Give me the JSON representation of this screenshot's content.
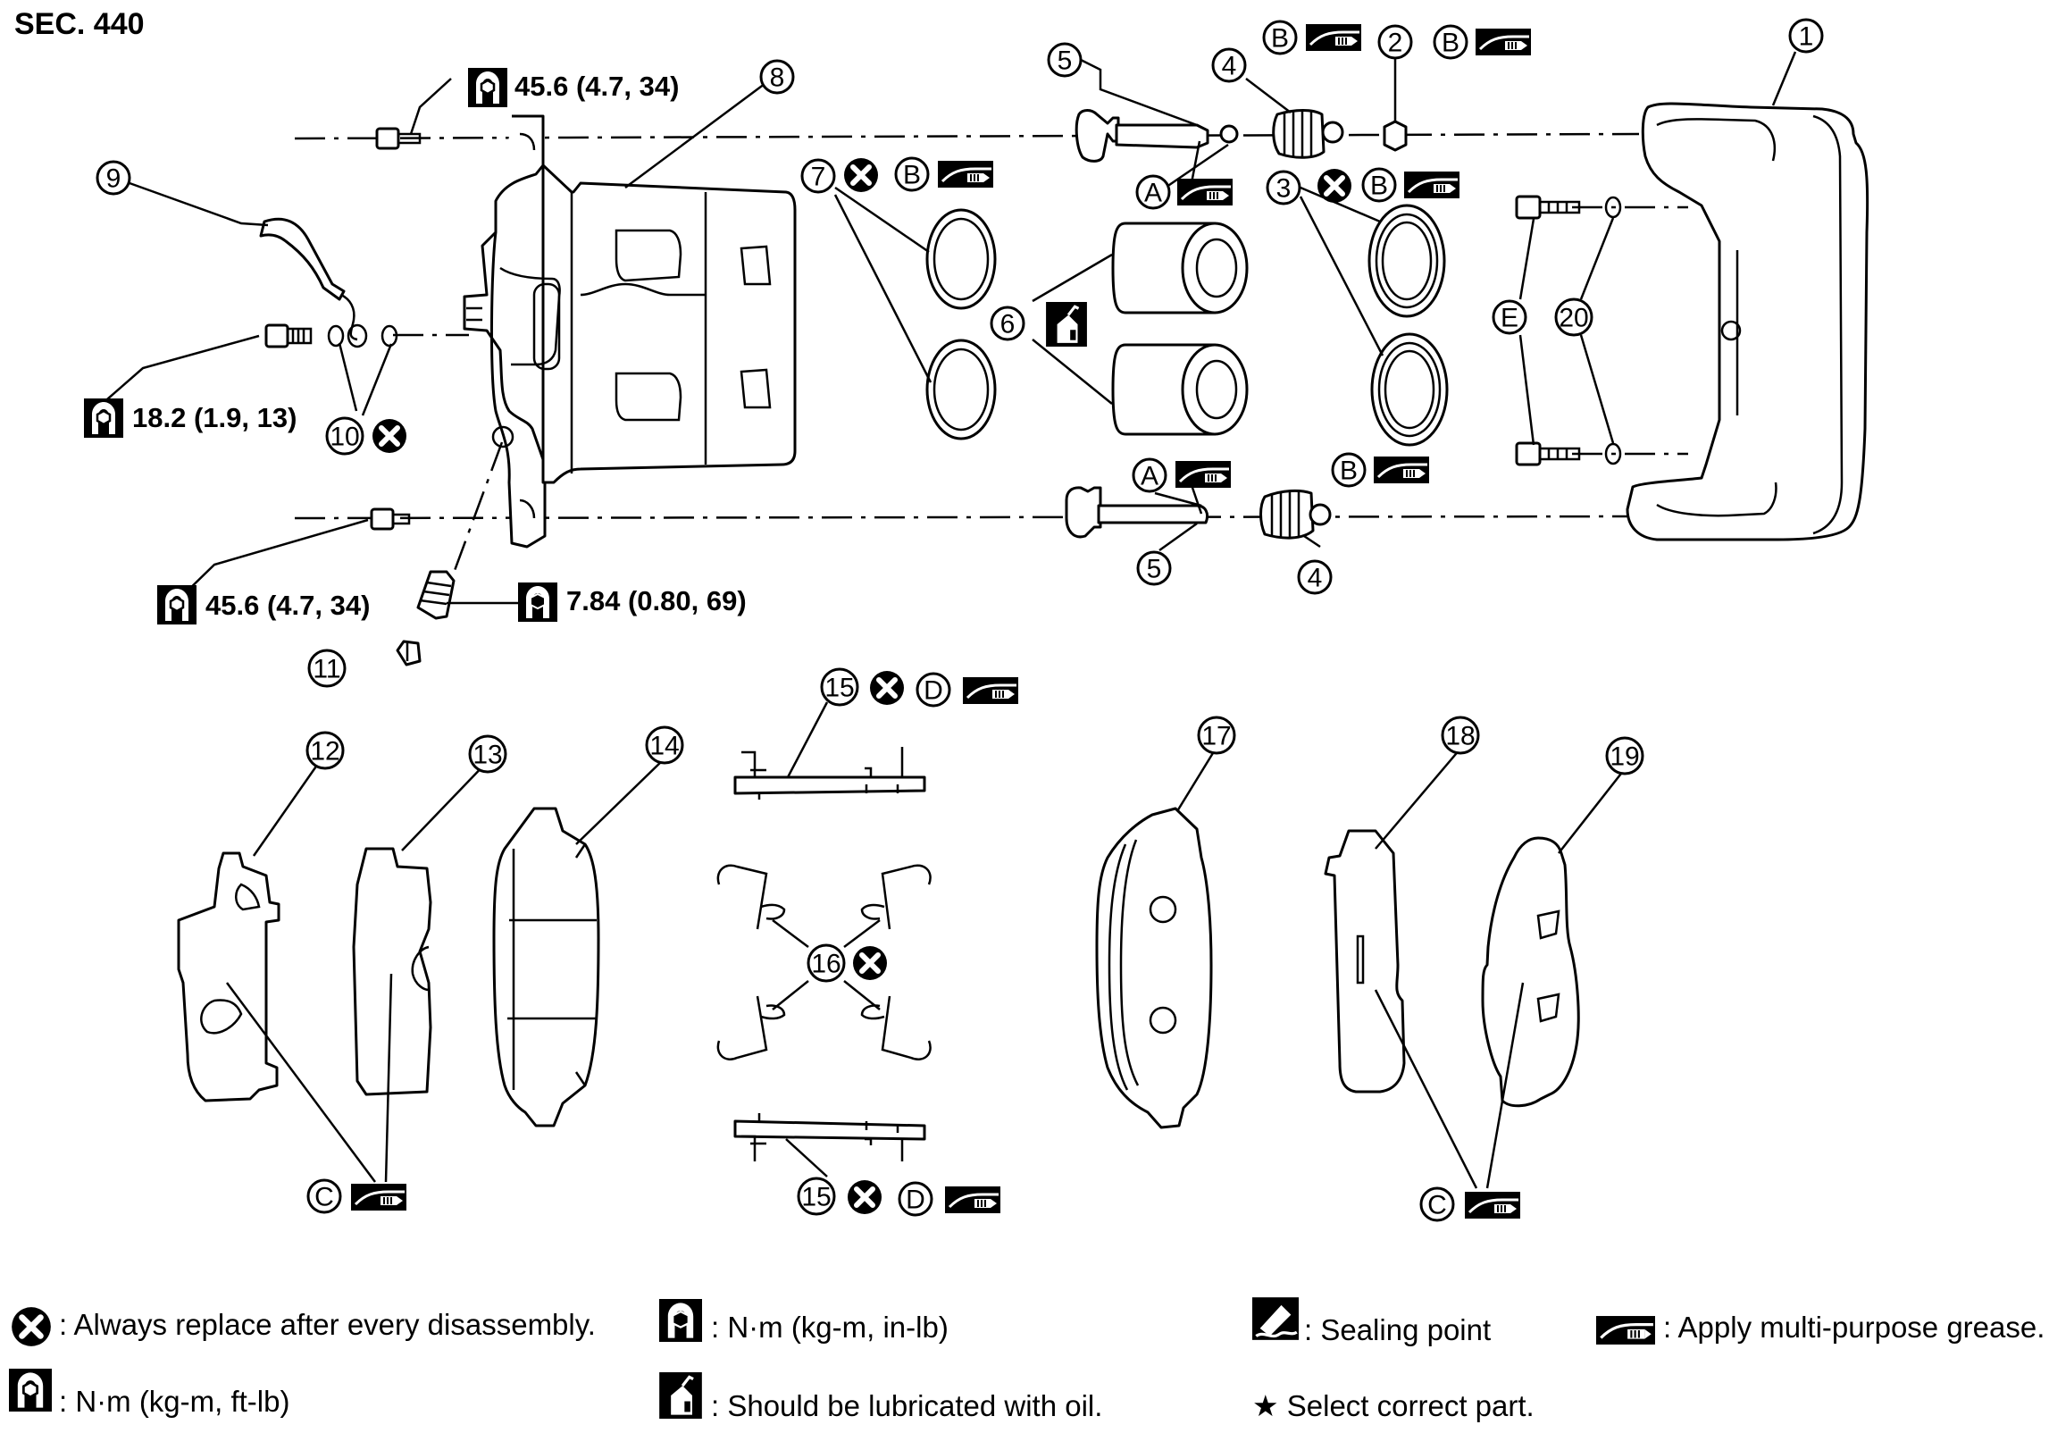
{
  "title": "SEC. 440",
  "callouts": {
    "c1": "1",
    "c2": "2",
    "c3": "3",
    "c4a": "4",
    "c4b": "4",
    "c5a": "5",
    "c5b": "5",
    "c6": "6",
    "c7": "7",
    "c8": "8",
    "c9": "9",
    "c10": "10",
    "c11": "11",
    "c12": "12",
    "c13": "13",
    "c14": "14",
    "c15a": "15",
    "c15b": "15",
    "c16": "16",
    "c17": "17",
    "c18": "18",
    "c19": "19",
    "c20": "20"
  },
  "letters": {
    "b_top1": "B",
    "b_top2": "B",
    "b_seal3": "B",
    "b_mid7": "B",
    "b_low4": "B",
    "a_top": "A",
    "a_low": "A",
    "c_left": "C",
    "c_right": "C",
    "d_top": "D",
    "d_bot": "D",
    "e_bolt": "E"
  },
  "torques": {
    "t_top": "45.6 (4.7, 34)",
    "t_hose": "18.2 (1.9, 13)",
    "t_low": "45.6 (4.7, 34)",
    "t_bleed": "7.84 (0.80, 69)"
  },
  "legend": {
    "replace": ": Always replace after every disassembly.",
    "nm_inlb": ": N·m (kg-m, in-lb)",
    "sealing": ": Sealing point",
    "grease": ": Apply multi-purpose grease.",
    "nm_ftlb": ": N·m (kg-m, ft-lb)",
    "oil": ": Should be lubricated with oil.",
    "select": "★ Select correct part."
  }
}
